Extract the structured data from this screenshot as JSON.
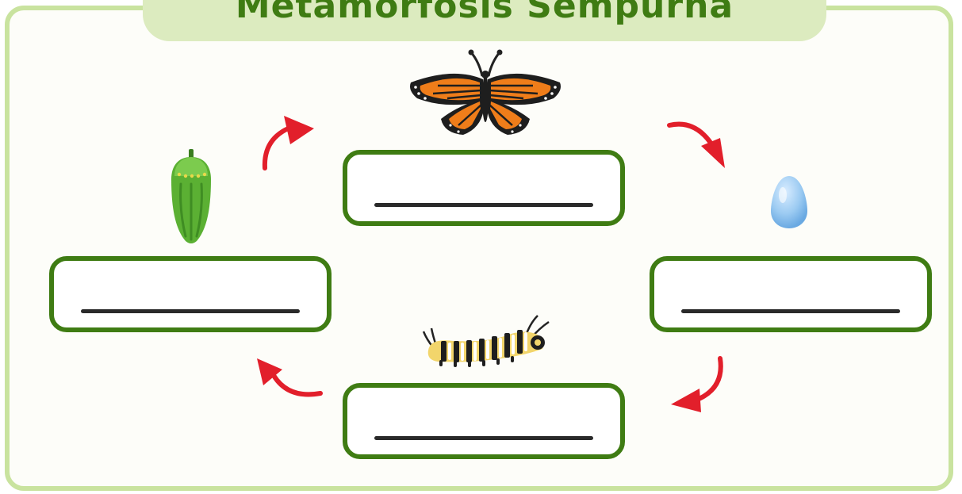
{
  "title": "Metamorfosis Sempurna",
  "stages": [
    {
      "id": "butterfly",
      "label": "",
      "icon": "butterfly-icon"
    },
    {
      "id": "egg",
      "label": "",
      "icon": "egg-icon"
    },
    {
      "id": "caterpillar",
      "label": "",
      "icon": "caterpillar-icon"
    },
    {
      "id": "pupa",
      "label": "",
      "icon": "pupa-icon"
    }
  ],
  "cycle_order": [
    "butterfly",
    "egg",
    "caterpillar",
    "pupa",
    "butterfly"
  ],
  "colors": {
    "frame": "#c9e39f",
    "banner": "#dcebbf",
    "title": "#3f7c13",
    "box_border": "#3f7c13",
    "arrow": "#e21f2b",
    "answer_line": "#2a2a2a"
  }
}
